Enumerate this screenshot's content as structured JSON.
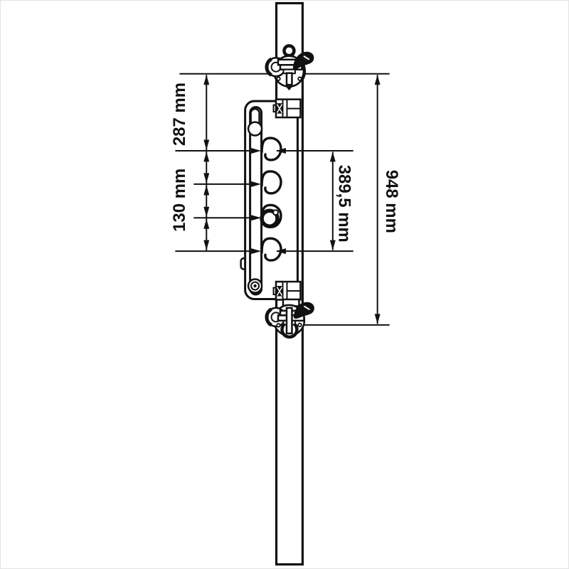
{
  "drawing": {
    "kind": "technical dimension drawing",
    "units": "mm"
  },
  "dimensions": {
    "left_top": {
      "label": "287 mm",
      "value": 287
    },
    "left_mid": {
      "label": "130 mm",
      "value": 130
    },
    "inner_right": {
      "label": "389,5 mm",
      "value": 389.5
    },
    "outer_right": {
      "label": "948 mm",
      "value": 948
    }
  },
  "colors": {
    "line": "#111111",
    "background": "#ffffff"
  }
}
